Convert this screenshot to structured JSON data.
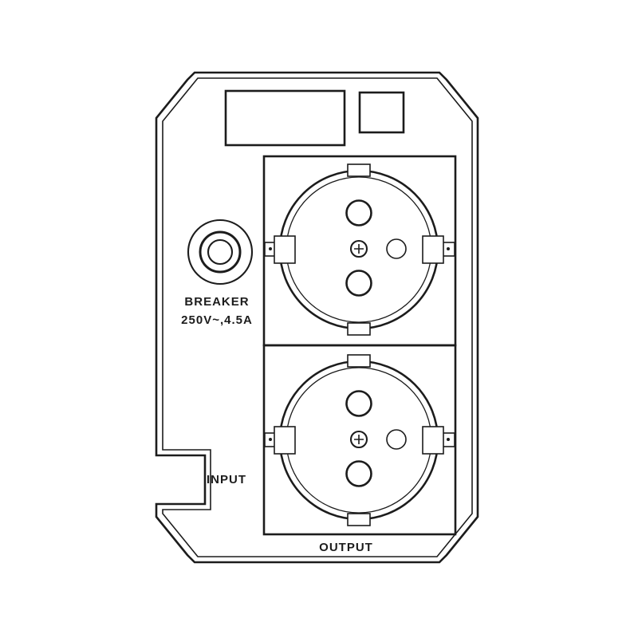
{
  "colors": {
    "line": "#1c1c1c",
    "background": "#ffffff"
  },
  "panel": {
    "breaker": {
      "title": "BREAKER",
      "rating": "250V~,4.5A"
    },
    "input": {
      "label": "INPUT"
    },
    "output": {
      "label": "OUTPUT"
    }
  }
}
